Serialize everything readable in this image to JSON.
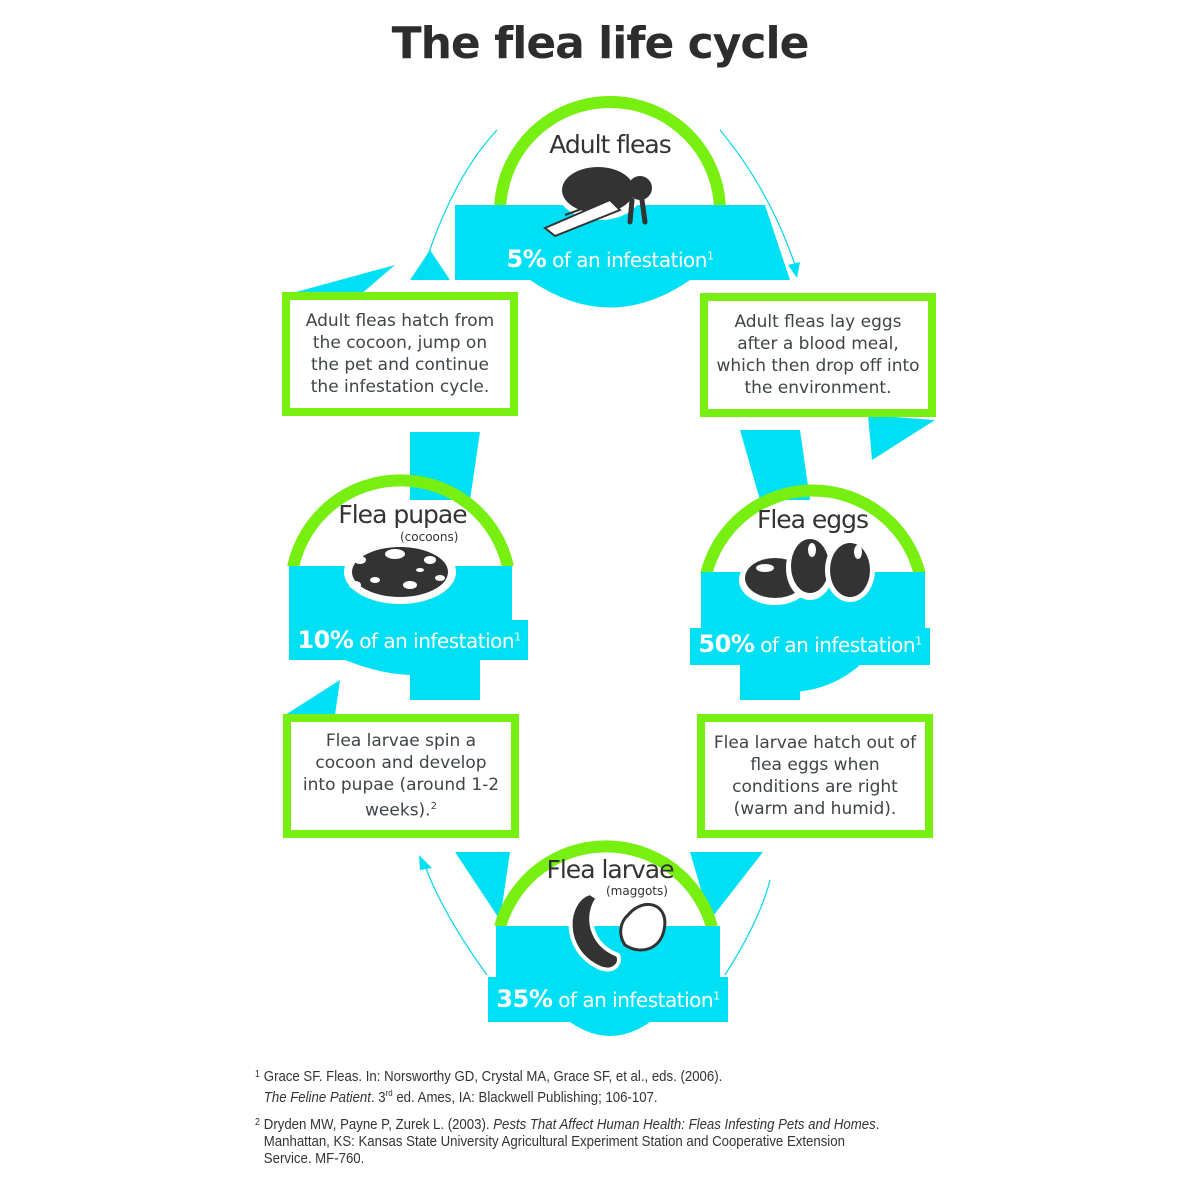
{
  "title": "The flea life cycle",
  "colors": {
    "cyan": "#00e0f5",
    "green": "#77ef10",
    "dark": "#333333"
  },
  "stages": [
    {
      "id": "adult",
      "name": "Adult fleas",
      "subtitle": "",
      "percent": "5%",
      "label": "of an infestation",
      "footnote": "1",
      "icon": "flea-icon"
    },
    {
      "id": "eggs",
      "name": "Flea eggs",
      "subtitle": "",
      "percent": "50%",
      "label": "of an infestation",
      "footnote": "1",
      "icon": "eggs-icon"
    },
    {
      "id": "larvae",
      "name": "Flea larvae",
      "subtitle": "(maggots)",
      "percent": "35%",
      "label": "of an infestation",
      "footnote": "1",
      "icon": "larva-icon"
    },
    {
      "id": "pupae",
      "name": "Flea pupae",
      "subtitle": "(cocoons)",
      "percent": "10%",
      "label": "of an infestation",
      "footnote": "1",
      "icon": "cocoon-icon"
    }
  ],
  "descriptions": {
    "adult_to_eggs": "Adult fleas lay eggs after a blood meal, which then drop off into the environment.",
    "eggs_to_larvae": "Flea larvae hatch out of flea eggs when conditions are right (warm and humid).",
    "larvae_to_pupae": "Flea larvae spin a cocoon and develop into pupae (around 1-2 weeks).",
    "larvae_to_pupae_footnote": "2",
    "pupae_to_adult": "Adult fleas hatch from the cocoon, jump on the pet and continue the infestation cycle."
  },
  "references": [
    {
      "num": "1",
      "pre": "Grace SF. Fleas. In: Norsworthy GD, Crystal MA, Grace SF, et al., eds. (2006).",
      "italic": "The Feline Patient",
      "post_a": ". 3",
      "sup": "rd",
      "post_b": " ed. Ames, IA: Blackwell Publishing; 106-107."
    },
    {
      "num": "2",
      "pre": "Dryden MW, Payne P, Zurek L. (2003). ",
      "italic": "Pests That Affect Human Health: Fleas Infesting Pets and Homes",
      "post_a": ". Manhattan, KS: Kansas State University Agricultural Experiment Station and Cooperative Extension Service. MF-760.",
      "sup": "",
      "post_b": ""
    }
  ]
}
